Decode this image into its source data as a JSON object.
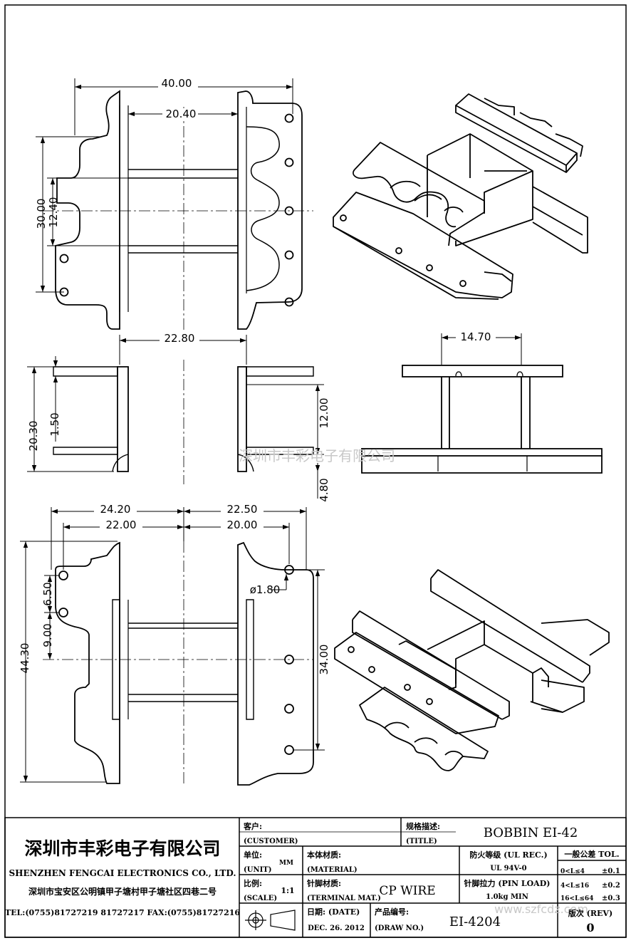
{
  "dims": {
    "top_width": "40.00",
    "top_inner": "20.40",
    "top_height": "30.00",
    "top_window": "12.40",
    "side_width": "22.80",
    "side_height": "20.30",
    "side_flange": "1.50",
    "side_inner": "12.00",
    "side_base": "4.80",
    "front_width": "14.70",
    "bottom_left_outer": "24.20",
    "bottom_right_outer": "22.50",
    "bottom_left_pin": "22.00",
    "bottom_right_pin": "20.00",
    "bottom_pitch": "6.50",
    "bottom_offset": "9.00",
    "bottom_height": "44.30",
    "bottom_span": "34.00",
    "pin_hole": "ø1.80"
  },
  "watermark": "深圳市丰彩电子有限公司",
  "watermark_url": "www.szfcdz.com",
  "title_block": {
    "company_cn": "深圳市丰彩电子有限公司",
    "company_en": "SHENZHEN FENGCAI ELECTRONICS CO., LTD.",
    "address": "深圳市宝安区公明镇甲子塘村甲子塘社区四巷二号",
    "phone": "TEL:(0755)81727219  81727217   FAX:(0755)81727216",
    "customer_cn": "客户:",
    "customer_en": "(CUSTOMER)",
    "title_cn": "规格描述:",
    "title_en": "(TITLE)",
    "title_value": "BOBBIN EI-42",
    "unit_cn": "单位:",
    "unit_en": "(UNIT)",
    "unit_value": "MM",
    "material_cn": "本体材质:",
    "material_en": "(MATERIAL)",
    "fire_cn": "防火等级 (UL REC.)",
    "fire_value": "UL 94V-0",
    "tolerance_cn": "一般公差 TOL.",
    "tol_1_range": "0<L≤4",
    "tol_1_value": "±0.1",
    "tol_2_range": "4<L≤16",
    "tol_2_value": "±0.2",
    "tol_3_range": "16<L≤64",
    "tol_3_value": "±0.3",
    "scale_cn": "比例:",
    "scale_en": "(SCALE)",
    "scale_value": "1:1",
    "terminal_cn": "针脚材质:",
    "terminal_en": "(TERMINAL MAT.)",
    "terminal_value": "CP WIRE",
    "pinload_cn": "针脚拉力 (PIN LOAD)",
    "pinload_value": "1.0kg MIN",
    "date_label": "日期: (DATE)",
    "date_value": "DEC. 26. 2012",
    "drawno_cn": "产品编号:",
    "drawno_en": "(DRAW NO.)",
    "drawno_value": "EI-4204",
    "rev_label": "版次 (REV)",
    "rev_value": "0"
  }
}
